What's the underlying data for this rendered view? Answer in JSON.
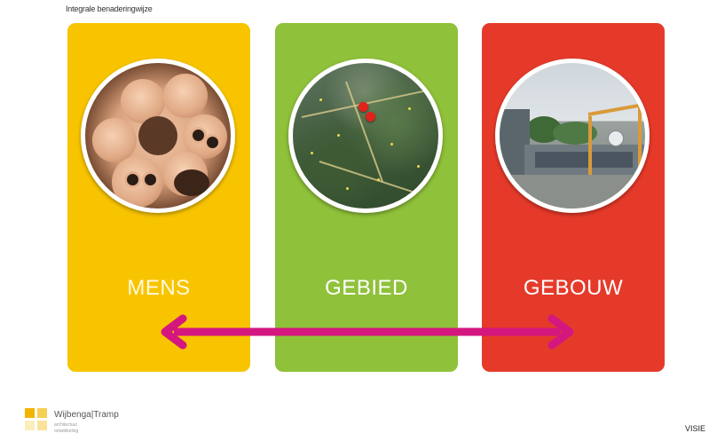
{
  "slide": {
    "title": "Integrale benaderingwijze",
    "corner_label": "VISIE"
  },
  "panels": [
    {
      "label": "MENS",
      "color": "#f8c400",
      "photo": "children-photo"
    },
    {
      "label": "GEBIED",
      "color": "#8fc13a",
      "photo": "aerial-map-photo"
    },
    {
      "label": "GEBOUW",
      "color": "#e53a2a",
      "photo": "building-photo"
    }
  ],
  "arrow": {
    "color": "#d4177f",
    "direction": "bidirectional",
    "from": "MENS",
    "to": "GEBOUW"
  },
  "logo": {
    "name": "Wijbenga|Tramp",
    "line1": "architectuur",
    "line2": "ontwikkeling",
    "colors": [
      "#f2b400",
      "#f6cf55",
      "#f9e39c"
    ]
  }
}
